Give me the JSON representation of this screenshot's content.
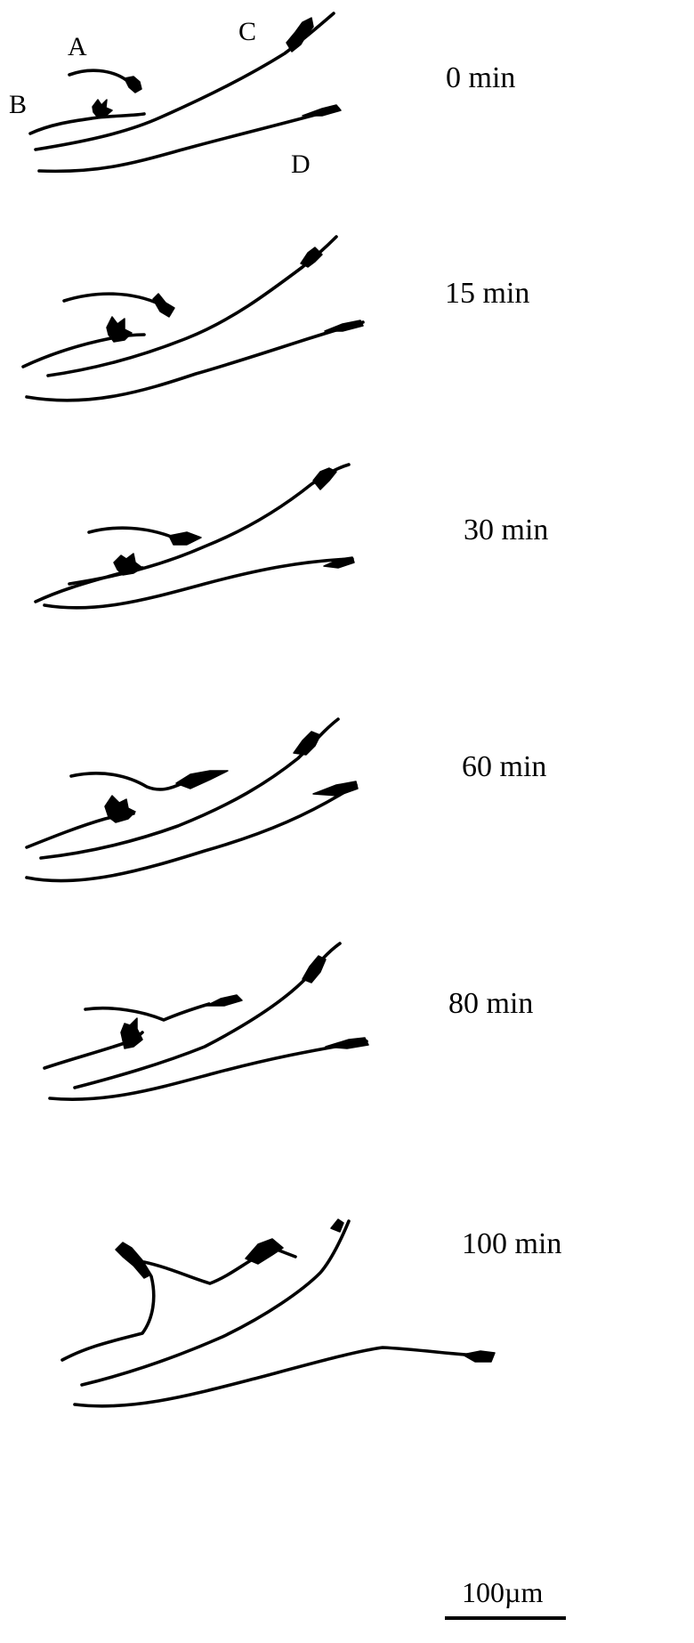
{
  "figure": {
    "cell_labels": {
      "a": "A",
      "b": "B",
      "c": "C",
      "d": "D"
    },
    "panels": [
      {
        "time": "0 min"
      },
      {
        "time": "15 min"
      },
      {
        "time": "30 min"
      },
      {
        "time": "60 min"
      },
      {
        "time": "80 min"
      },
      {
        "time": "100 min"
      }
    ],
    "scale_bar": {
      "label": "100µm",
      "length_um": 100
    }
  }
}
